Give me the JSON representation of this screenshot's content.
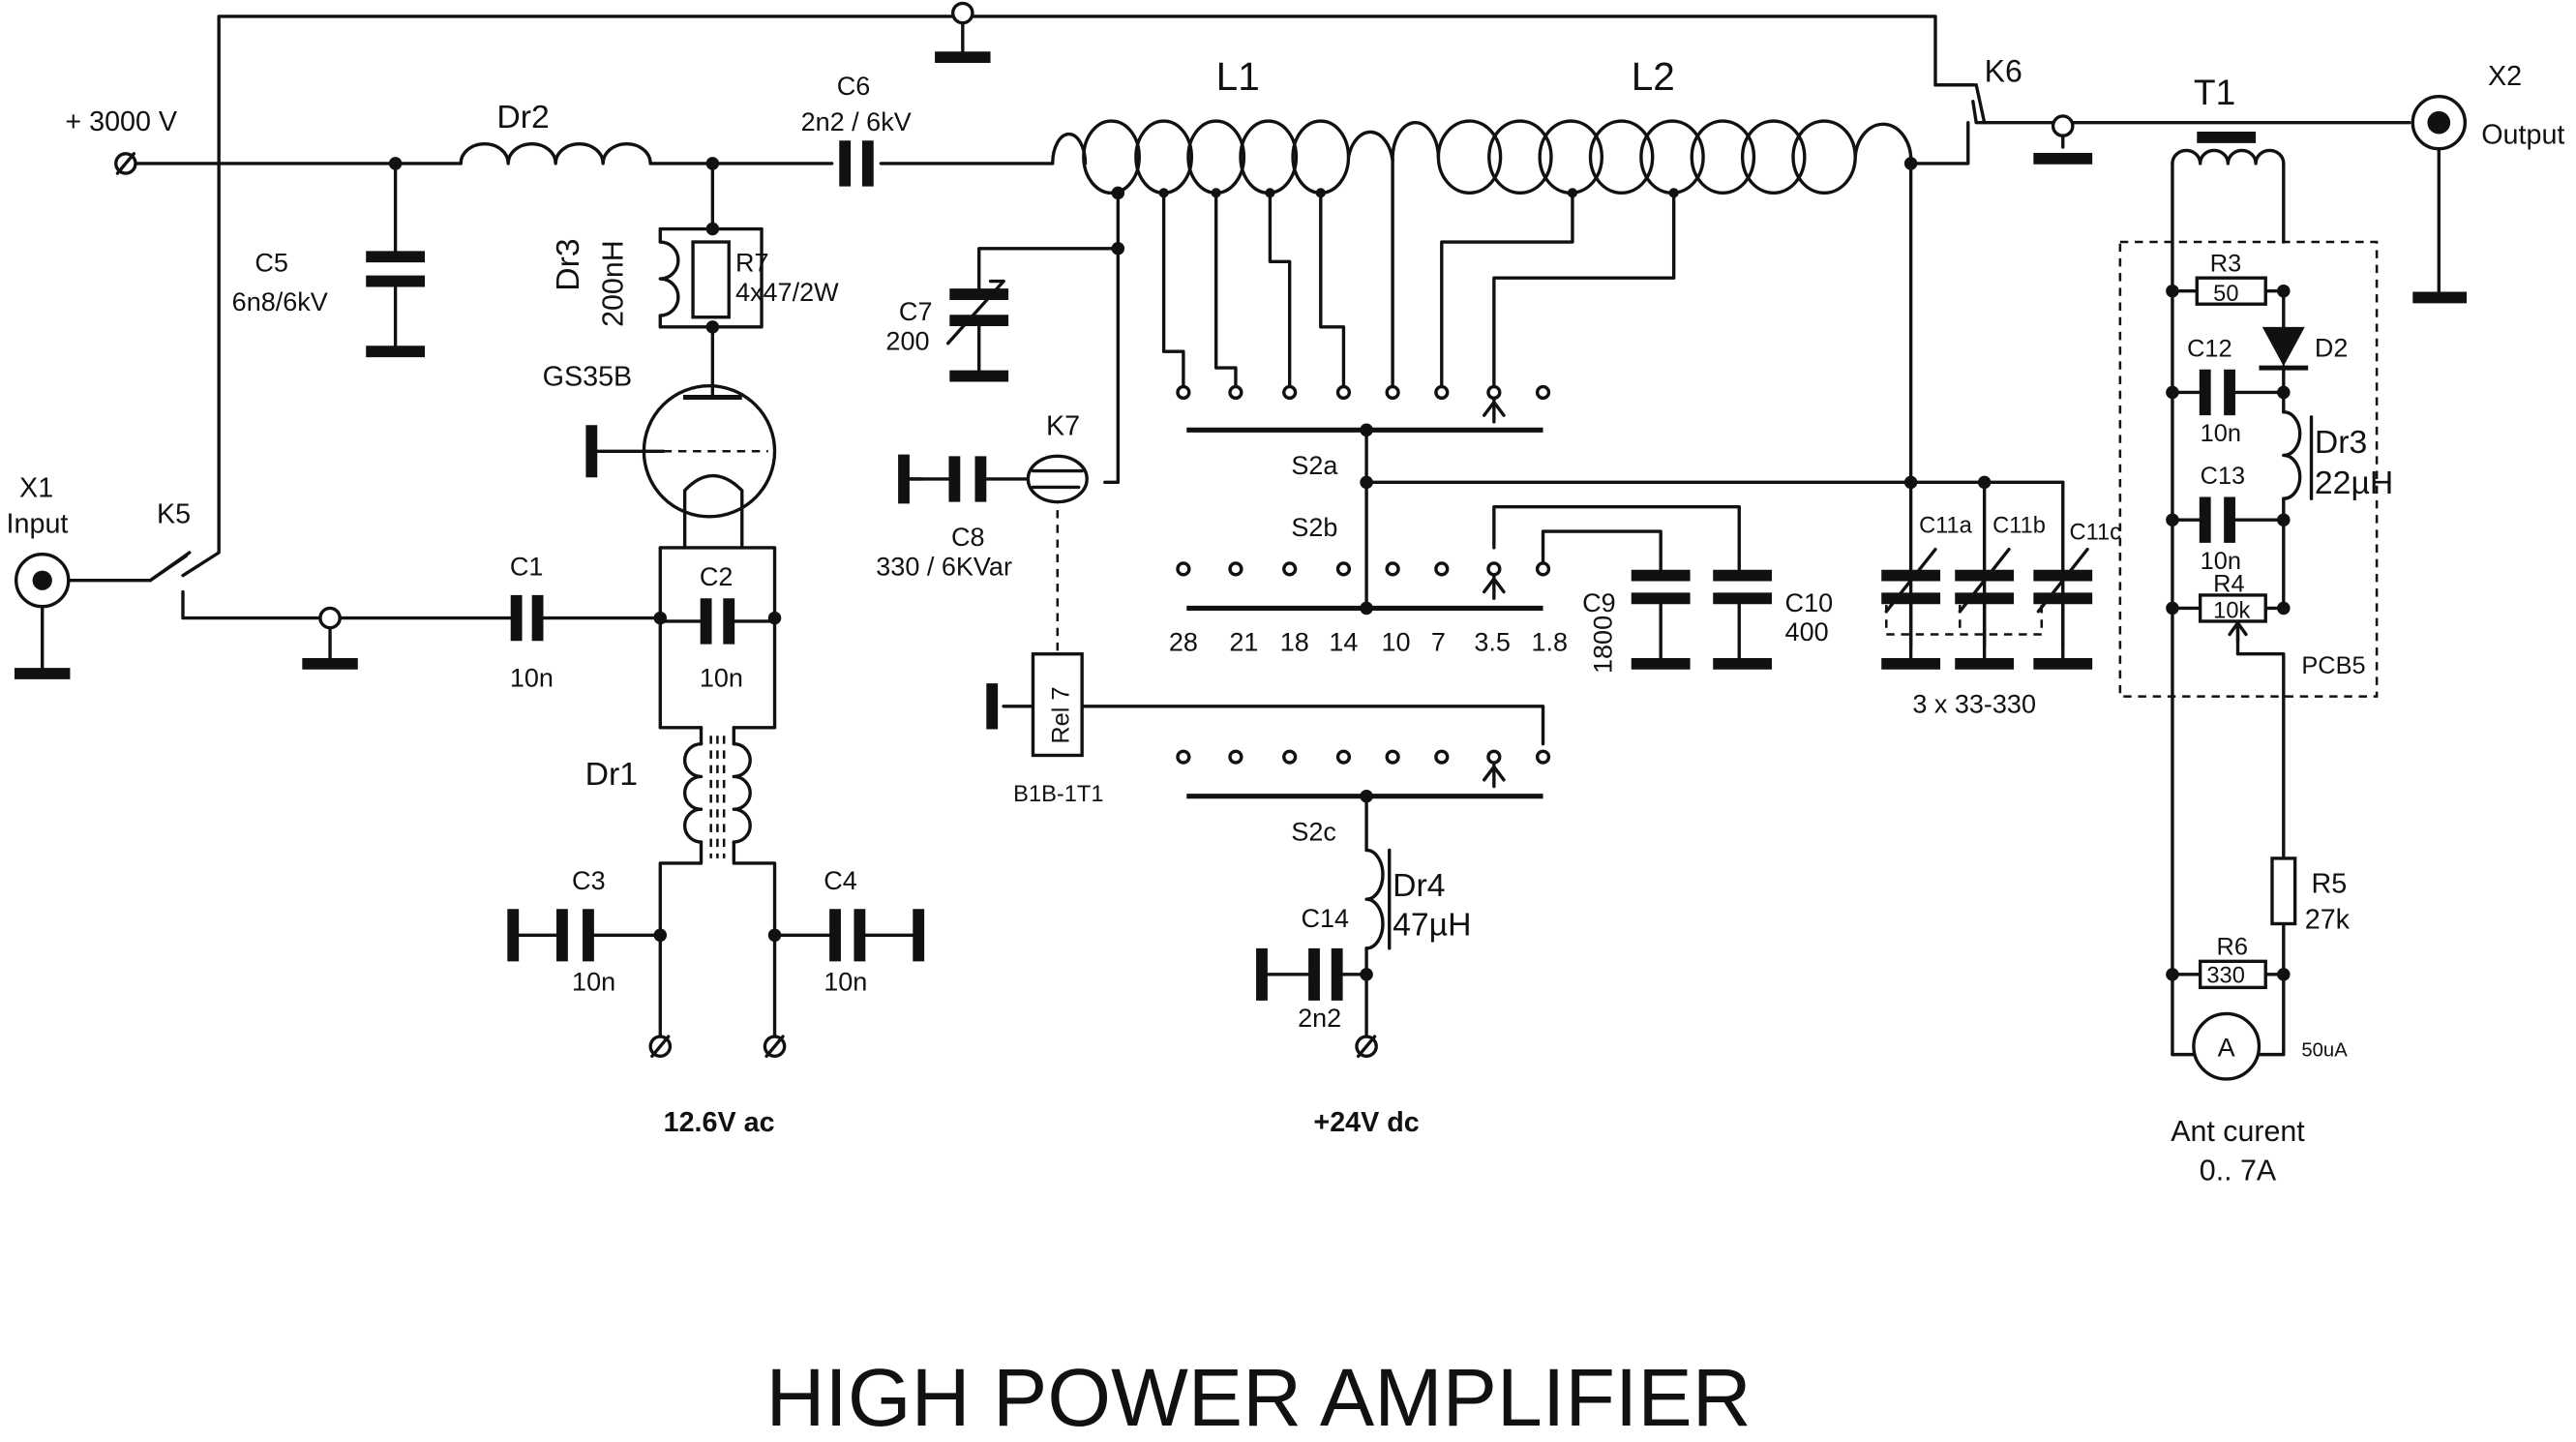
{
  "diagram": {
    "title": "HIGH POWER AMPLIFIER",
    "supply": "+ 3000 V",
    "inputs_outputs": {
      "x1": "X1",
      "x1_label": "Input",
      "x2": "X2",
      "x2_label": "Output"
    },
    "relays": {
      "k5": "K5",
      "k6": "K6",
      "k7": "K7",
      "rel7": "Rel 7",
      "rel7_type": "B1B-1T1"
    },
    "tube": "GS35B",
    "inductors": {
      "l1": "L1",
      "l2": "L2",
      "dr1": "Dr1",
      "dr2": "Dr2",
      "dr3": "Dr3",
      "dr3_value": "200nH",
      "dr3b": "Dr3",
      "dr3b_value": "22µH",
      "dr4": "Dr4",
      "dr4_value": "47µH",
      "t1": "T1"
    },
    "capacitors": {
      "c1": "C1",
      "c1_value": "10n",
      "c2": "C2",
      "c2_value": "10n",
      "c3": "C3",
      "c3_value": "10n",
      "c4": "C4",
      "c4_value": "10n",
      "c5": "C5",
      "c5_value": "6n8/6kV",
      "c6": "C6",
      "c6_value": "2n2 / 6kV",
      "c7": "C7",
      "c7_value": "200",
      "c8": "C8",
      "c8_value": "330 / 6KVar",
      "c9": "C9",
      "c9_value": "1800",
      "c10": "C10",
      "c10_value": "400",
      "c11a": "C11a",
      "c11b": "C11b",
      "c11c": "C11c",
      "c11_value": "3 x 33-330",
      "c12": "C12",
      "c12_value": "10n",
      "c13": "C13",
      "c13_value": "10n",
      "c14": "C14",
      "c14_value": "2n2"
    },
    "resistors": {
      "r3": "R3",
      "r3_value": "50",
      "r4": "R4",
      "r4_value": "10k",
      "r5": "R5",
      "r5_value": "27k",
      "r6": "R6",
      "r6_value": "330",
      "r7": "R7",
      "r7_value": "4x47/2W"
    },
    "diode": "D2",
    "pcb": "PCB5",
    "switch": {
      "s2a": "S2a",
      "s2b": "S2b",
      "s2c": "S2c"
    },
    "bands": [
      "28",
      "21",
      "18",
      "14",
      "10",
      "7",
      "3.5",
      "1.8"
    ],
    "meter": {
      "symbol": "A",
      "range": "50uA",
      "caption_line1": "Ant curent",
      "caption_line2": "0.. 7A"
    },
    "supplies": {
      "heater": "12.6V ac",
      "relay": "+24V dc"
    }
  }
}
